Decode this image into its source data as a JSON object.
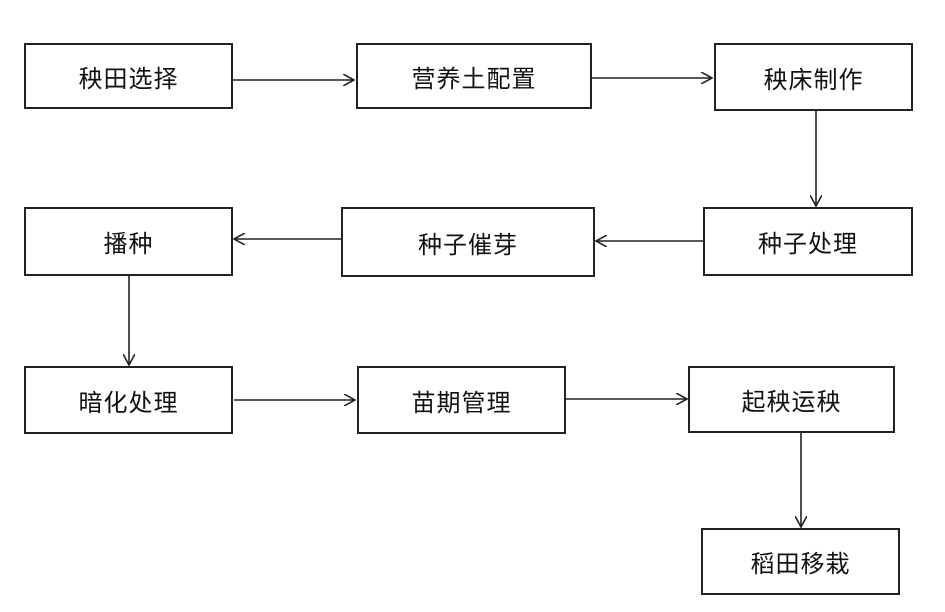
{
  "steps": {
    "seedbed_field_selection": "秧田选择",
    "nutrient_soil_preparation": "营养土配置",
    "seedbed_making": "秧床制作",
    "seed_treatment": "种子处理",
    "seed_germination": "种子催芽",
    "sowing": "播种",
    "dark_treatment": "暗化处理",
    "seedling_management": "苗期管理",
    "seedling_lifting_transport": "起秧运秧",
    "paddy_transplanting": "稻田移栽"
  },
  "colors": {
    "stroke": "#222222",
    "text": "#111111",
    "background": "#ffffff"
  }
}
